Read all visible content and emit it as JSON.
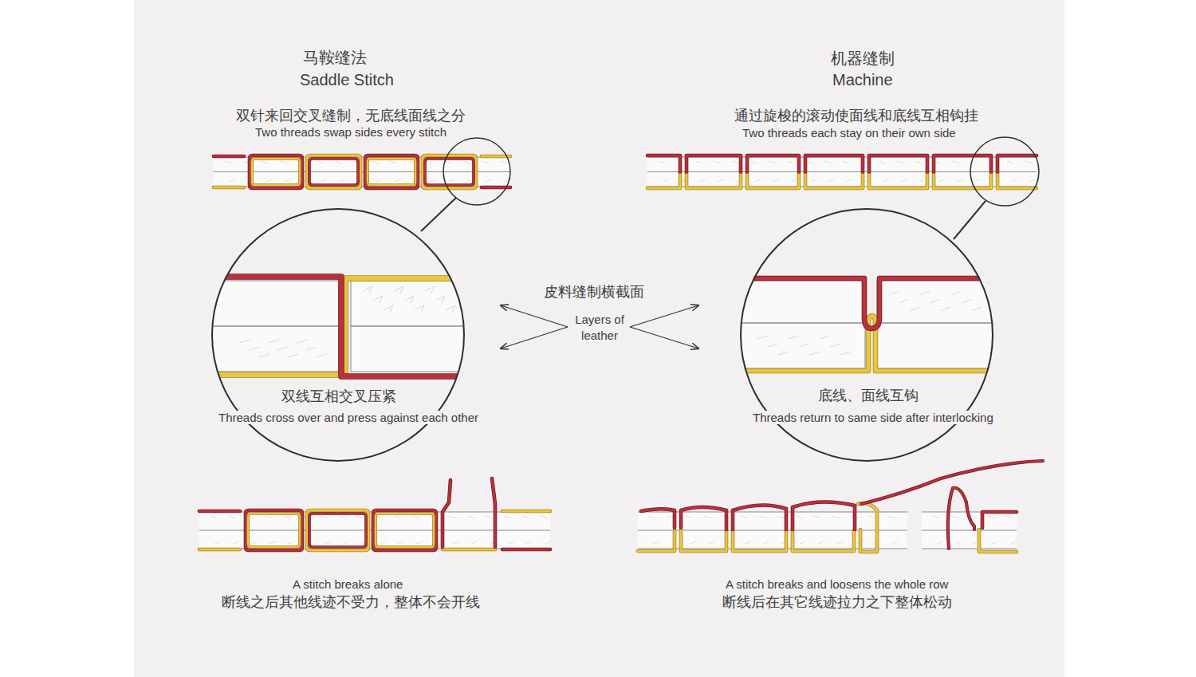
{
  "diagram": {
    "labels": [
      "马鞍缝法",
      "Saddle Stitch",
      "双针来回交叉缝制，无底线面线之分",
      "Two threads swap sides every stitch",
      "机器缝制",
      "Machine",
      "通过旋梭的滚动使面线和底线互相钩挂",
      "Two threads each stay on their own side",
      "皮料缝制横截面",
      "Layers of leather",
      "双线互相交叉压紧",
      "Threads cross over and press against each other",
      "底线、面线互钩",
      "Threads return to same side after interlocking",
      "A stitch breaks alone",
      "断线之后其他线迹不受力，整体不会开线",
      "A stitch breaks and loosens the whole row",
      "断线后在其它线迹拉力之下整体松动"
    ]
  }
}
